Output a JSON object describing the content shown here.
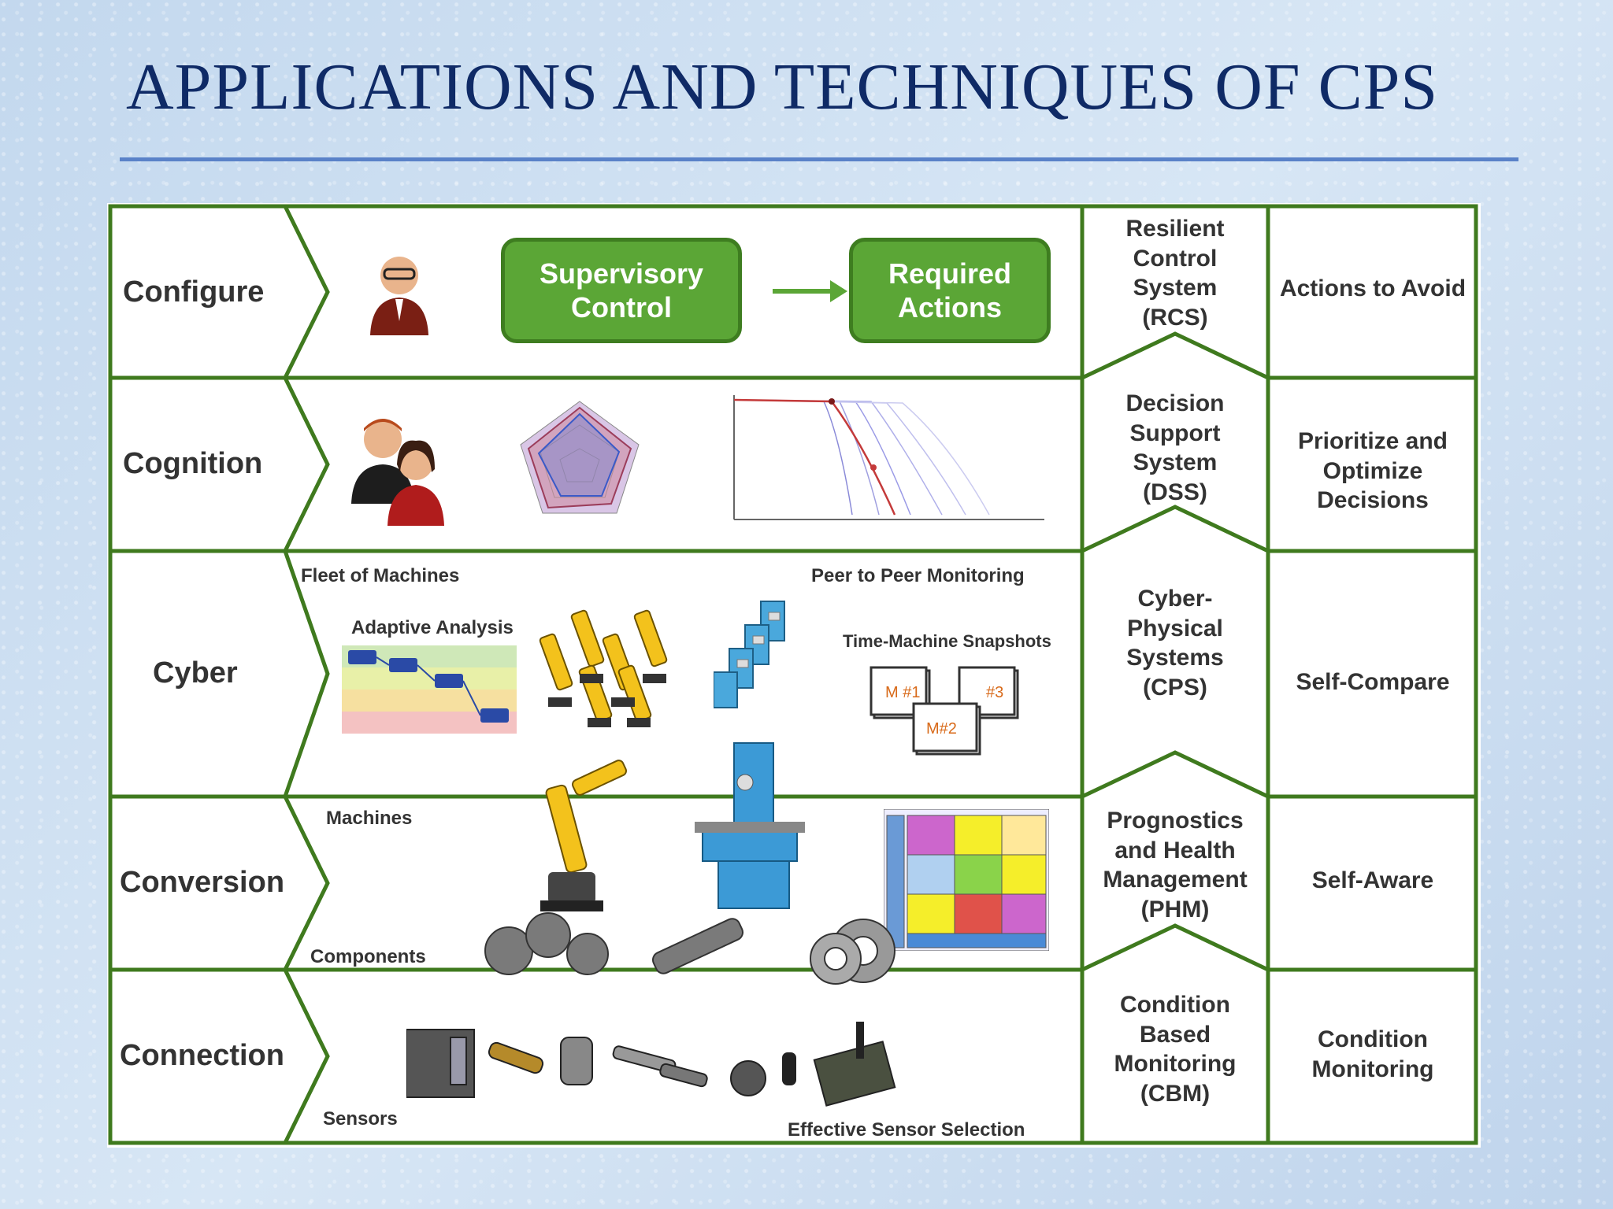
{
  "title": "APPLICATIONS AND TECHNIQUES OF CPS",
  "rows": [
    {
      "label": "Configure"
    },
    {
      "label": "Cognition"
    },
    {
      "label": "Cyber"
    },
    {
      "label": "Conversion"
    },
    {
      "label": "Connection"
    }
  ],
  "configure": {
    "box1": "Supervisory\nControl",
    "box2": "Required\nActions"
  },
  "cyber": {
    "fleet": "Fleet of Machines",
    "adaptive": "Adaptive Analysis",
    "peer": "Peer to Peer Monitoring",
    "timemachine": "Time-Machine Snapshots",
    "snap1": "M #1",
    "snap2": "M#2",
    "snap3": "#3"
  },
  "conversion": {
    "machines": "Machines",
    "components": "Components"
  },
  "connection": {
    "sensors": "Sensors",
    "selection": "Effective Sensor Selection"
  },
  "systems": [
    "Resilient\nControl\nSystem\n(RCS)",
    "Decision\nSupport\nSystem\n(DSS)",
    "Cyber-\nPhysical\nSystems\n(CPS)",
    "Prognostics\nand Health\nManagement\n(PHM)",
    "Condition\nBased\nMonitoring\n(CBM)"
  ],
  "outcomes": [
    "Actions to Avoid",
    "Prioritize and\nOptimize\nDecisions",
    "Self-Compare",
    "Self-Aware",
    "Condition\nMonitoring"
  ],
  "colors": {
    "title": "#0f2a66",
    "rule": "#5a82c8",
    "grid": "#3f7a1e",
    "box": "#5ba636"
  }
}
